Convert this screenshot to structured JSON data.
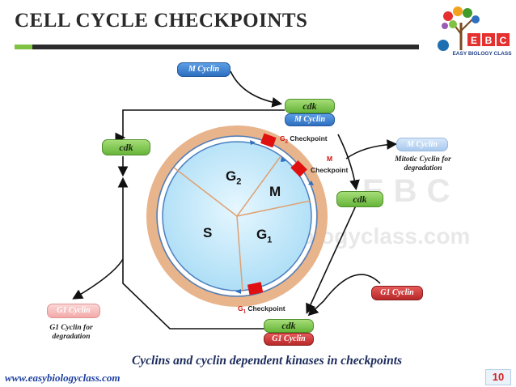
{
  "title": "CELL CYCLE CHECKPOINTS",
  "logo": {
    "letters": [
      "E",
      "B",
      "C"
    ],
    "name": "EASY BIOLOGY CLASS"
  },
  "watermark": {
    "logo": "EBC",
    "url": "www.easybiologyclass.com"
  },
  "phases": {
    "g2": "G2",
    "m": "M",
    "s": "S",
    "g1": "G1"
  },
  "checkpoints": {
    "g2": "G2 Checkpoint",
    "m_letter": "M",
    "m_word": "Checkpoint",
    "g1": "G1 Checkpoint"
  },
  "nodes": {
    "m_cyclin": "M Cyclin",
    "cdk_top_label": "cdk",
    "cdk_top_cyclin": "M Cyclin",
    "cdk_left": "cdk",
    "cdk_right": "cdk",
    "mitotic_cyclin_faded": "M Cyclin",
    "mitotic_degradation": "Mitotic Cyclin for degradation",
    "g1_cyclin_red": "G1 Cyclin",
    "g1_cyclin_faded": "G1 Cyclin",
    "g1_degradation": "G1 Cyclin for degradation",
    "cdk_bottom_label": "cdk",
    "cdk_bottom_cyclin": "G1 Cyclin"
  },
  "caption": "Cyclins and cyclin dependent kinases in checkpoints",
  "footer_url": "www.easybiologyclass.com",
  "page_number": "10",
  "colors": {
    "blue": "#2e6fc0",
    "green": "#66b53a",
    "red": "#b82828",
    "ring": "#e8b48c",
    "cell": "#bfe7fb",
    "checkpoint_box": "#e01010"
  }
}
